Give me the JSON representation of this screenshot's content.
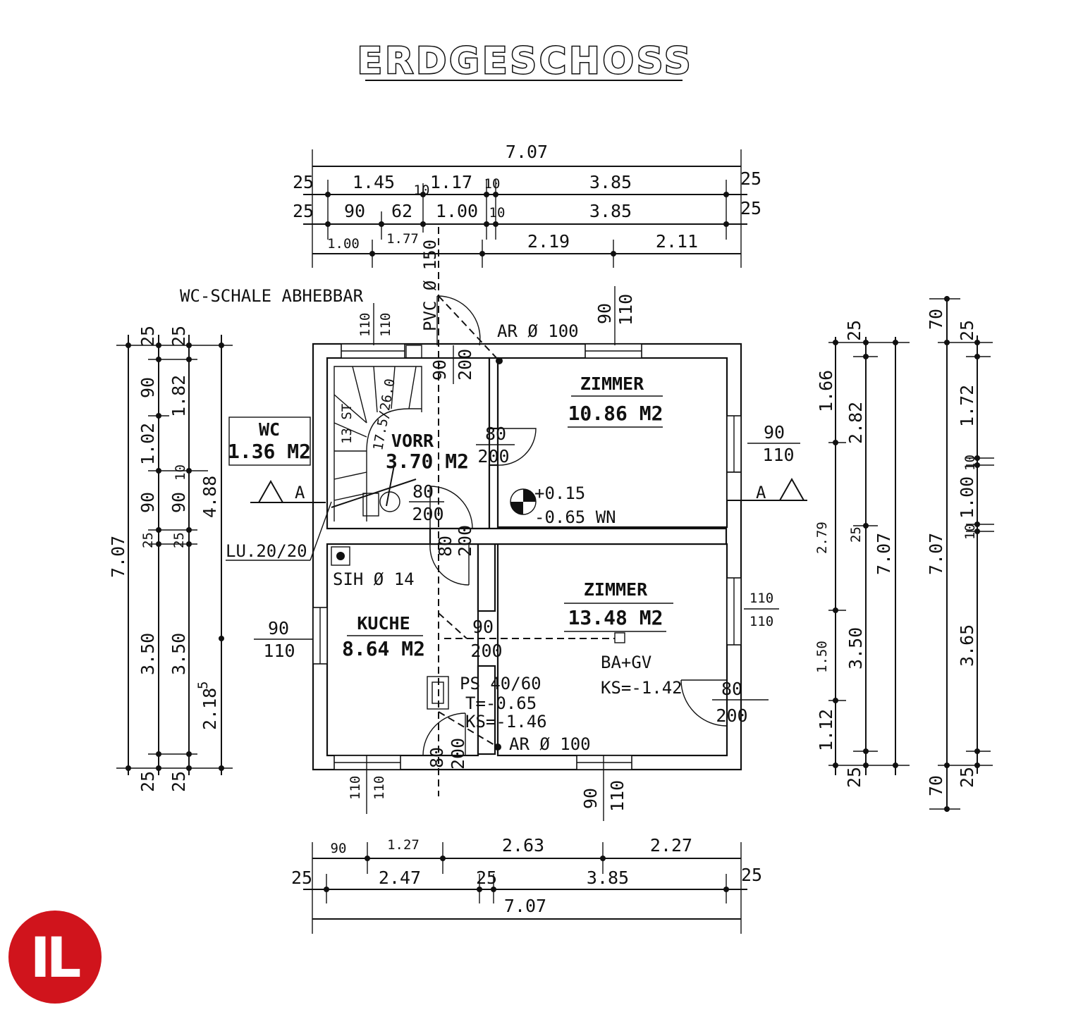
{
  "title": "ERDGESCHOSS",
  "rooms": {
    "zimmer1": {
      "name": "ZIMMER",
      "area": "10.86 M2"
    },
    "zimmer2": {
      "name": "ZIMMER",
      "area": "13.48 M2"
    },
    "kueche": {
      "name": "KUCHE",
      "area": "8.64 M2"
    },
    "wc": {
      "name": "WC",
      "area": "1.36 M2"
    },
    "vorr": {
      "name": "VORR",
      "area": "3.70 M2"
    }
  },
  "annotations": {
    "wc_schale": "WC-SCHALE ABHEBBAR",
    "ar_top": "AR Ø 100",
    "ar_bottom": "AR Ø 100",
    "pvc": "PVC Ø 150",
    "lu": "LU.20/20",
    "sih": "SIH Ø 14",
    "level_plus": "+0.15",
    "level_minus": "-0.65 WN",
    "ba_gv": "BA+GV",
    "ks_room": "KS=-1.42",
    "ps": "PS 40/60",
    "ps_t": "T=-0.65",
    "ps_ks": "KS=-1.46",
    "stair_steps": "13 ST",
    "stair_ratio": "17.5/26.0",
    "section_left": "A",
    "section_right": "A"
  },
  "dims_top": {
    "total": "7.07",
    "row1": [
      "25",
      "1.45",
      "10",
      "1.17",
      "10",
      "3.85",
      "25"
    ],
    "row2": [
      "25",
      "90",
      "62",
      "1.00",
      "10",
      "3.85",
      "25"
    ],
    "row3": [
      "1.00",
      "1.77",
      "2.19",
      "2.11"
    ]
  },
  "dims_bottom": {
    "row1": [
      "90",
      "1.27",
      "2.63",
      "2.27"
    ],
    "row2": [
      "25",
      "2.47",
      "25",
      "3.85",
      "25"
    ],
    "total": "7.07"
  },
  "dims_left": {
    "col1": [
      "25",
      "90",
      "1.02",
      "90",
      "25",
      "3.50",
      "25"
    ],
    "col2": [
      "25",
      "1.82",
      "10",
      "90",
      "25",
      "3.50",
      "25"
    ],
    "col3": [
      "4.88",
      "2.18"
    ],
    "total": "7.07",
    "subscript": "5"
  },
  "dims_right1": {
    "col1": [
      "25",
      "1.66",
      "2.79",
      "1.50",
      "1.12",
      "25"
    ],
    "col2": [
      "2.82",
      "25",
      "3.50"
    ],
    "total": "7.07"
  },
  "dims_right2": {
    "col1": [
      "70",
      "25",
      "1.72",
      "10",
      "1.00",
      "10",
      "3.65",
      "25",
      "70"
    ],
    "total": "7.07"
  },
  "openings": {
    "top_window_left": [
      "110",
      "110"
    ],
    "top_door": [
      "90",
      "200"
    ],
    "top_window_right": [
      "90",
      "110"
    ],
    "wc_door": [
      "80",
      "200"
    ],
    "vorr_door": [
      "80",
      "200"
    ],
    "zimmer1_door": [
      "80",
      "200"
    ],
    "right_window_top": [
      "90",
      "110"
    ],
    "right_window_bottom": [
      "110",
      "110"
    ],
    "left_window": [
      "90",
      "110"
    ],
    "kueche_door": [
      "90",
      "200"
    ],
    "zimmer2_door": [
      "80",
      "200"
    ],
    "bottom_door": [
      "80",
      "200"
    ],
    "bottom_window_left": [
      "110",
      "110"
    ],
    "bottom_window_right": [
      "90",
      "110"
    ]
  },
  "logo": "IL"
}
